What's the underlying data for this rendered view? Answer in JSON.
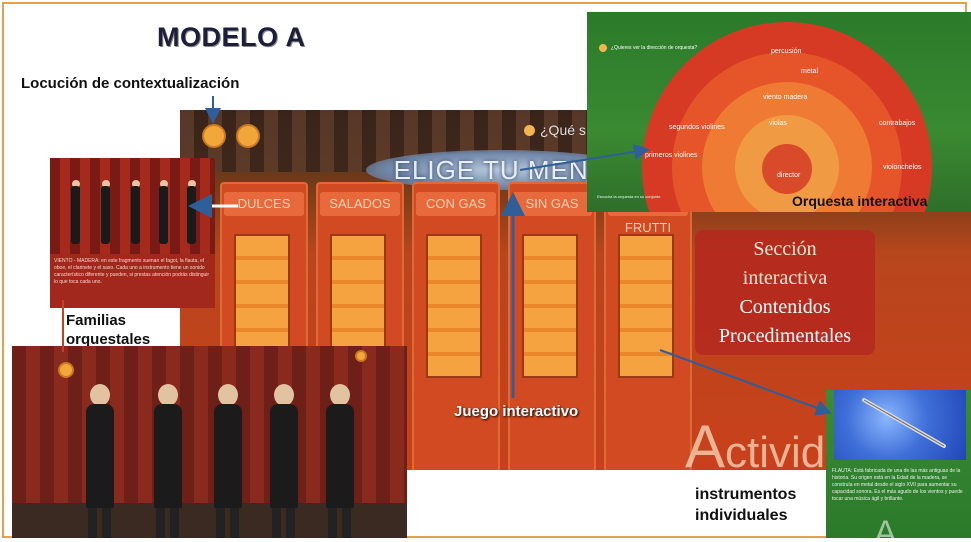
{
  "title": "MODELO A",
  "callouts": {
    "locucion": "Locución de contextualización",
    "familias_line1": "Familias",
    "familias_line2": "orquestales",
    "juego": "Juego interactivo",
    "orquesta": "Orquesta interactiva",
    "instrumentos_line1": "instrumentos",
    "instrumentos_line2": "individuales"
  },
  "scene": {
    "question": "¿Qué s",
    "elige": "ELIGE TU MENÚ",
    "machines": [
      "DULCES",
      "SALADOS",
      "CON GAS",
      "SIN GAS",
      "TUTTI FRUTTI"
    ],
    "seccion": [
      "Sección",
      "interactiva",
      "Contenidos",
      "Procedimentales"
    ],
    "actividad_initial": "A",
    "actividad_rest": "ctividad"
  },
  "orchestra": {
    "question": "¿Quieres ver la dirección de orquesta?",
    "footer": "Escucha la orquesta en su conjunto",
    "sections": [
      "percusión",
      "metal",
      "viento madera",
      "primeros violines",
      "segundos violines",
      "violas",
      "contrabajos",
      "violonchelos",
      "director"
    ]
  },
  "family_small": {
    "text": "VIENTO - MADERA: en este fragmento suenan el fagot, la flauta, el oboe, el clarinete y el saxo. Cada uno a instrumento tiene un sonido característico diferente y pueden, si prestas atención podrás distinguir lo que toca cada uno."
  },
  "instrument": {
    "text": "FLAUTA: Está fabricada de una de las más antiguas de la historia. Su origen está en la Edad de la madera, se construía en metal desde el siglo XVII para aumentar su capacidad sonora. Es el más agudo de los vientos y puede tocar una música ágil y brillante."
  },
  "colors": {
    "accent": "#f3a63a",
    "frame": "#e4a04c",
    "arrow": "#2f5f9a"
  }
}
